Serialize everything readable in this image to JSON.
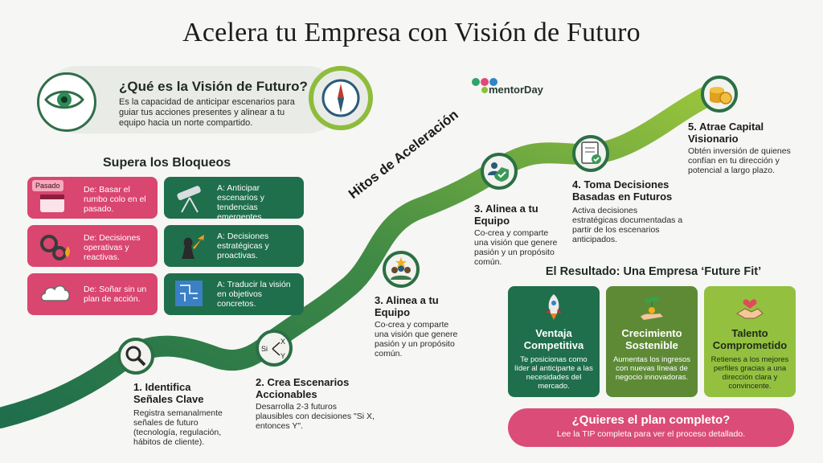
{
  "title": "Acelera tu Empresa con Visión de Futuro",
  "vision": {
    "heading": "¿Qué es la Visión de Futuro?",
    "text": "Es la capacidad de anticipar escenarios para guiar tus acciones presentes y alinear a tu equipo hacia un norte compartido.",
    "left_icon": "eye-icon",
    "right_icon": "compass-icon"
  },
  "brand": {
    "name": "mentorDay",
    "icon": "mentorday-logo-icon"
  },
  "blockers": {
    "heading": "Supera los Bloqueos",
    "rows": [
      {
        "tag": "Pasado",
        "from": "De: Basar el rumbo colo en el pasado.",
        "from_icon": "calendar-icon",
        "to": "A: Anticipar escenarios y tendencias emergentes.",
        "to_icon": "telescope-icon"
      },
      {
        "tag": "",
        "from": "De: Decisiones operativas y reactivas.",
        "from_icon": "gears-fire-icon",
        "to": "A: Decisiones estratégicas y proactivas.",
        "to_icon": "chess-arrow-icon"
      },
      {
        "tag": "",
        "from": "De: Soñar sin un plan de acción.",
        "from_icon": "cloud-icon",
        "to": "A: Traducir la visión en objetivos concretos.",
        "to_icon": "blueprint-icon"
      }
    ]
  },
  "path_label": "Hitos de Aceleración",
  "steps": [
    {
      "heading": "1. Identifica Señales Clave",
      "text": "Registra semanalmente señales de futuro (tecnología, regulación, hábitos de cliente).",
      "icon": "magnifier-icon"
    },
    {
      "heading": "2. Crea Escenarios Accionables",
      "text": "Desarrolla 2-3 futuros plausibles con decisiones \"Si X, entonces Y\".",
      "icon": "branch-icon",
      "icon_labels": [
        "Si",
        "X",
        "Y"
      ]
    },
    {
      "heading": "3. Alinea a tu Equipo",
      "text": "Co-crea y comparte una visión que genere pasión y un propósito común.",
      "icon": "team-star-icon"
    },
    {
      "heading": "3. Alinea a tu Equipo",
      "text": "Co-crea y comparte una visión que genere pasión y un propósito común.",
      "icon": "team-shield-icon"
    },
    {
      "heading": "4. Toma Decisiones Basadas en Futuros",
      "text": "Activa decisiones estratégicas documentadas a partir de los escenarios anticipados.",
      "icon": "document-check-icon"
    },
    {
      "heading": "5. Atrae Capital Visionario",
      "text": "Obtén inversión de quienes confían en tu dirección y potencial a largo plazo.",
      "icon": "coins-icon"
    }
  ],
  "result": {
    "heading": "El Resultado: Una Empresa ‘Future Fit’",
    "cards": [
      {
        "title": "Ventaja Competitiva",
        "text": "Te posicionas como líder al anticiparte a las necesidades del mercado.",
        "icon": "rocket-icon",
        "color": "#1f6e4c"
      },
      {
        "title": "Crecimiento Sostenible",
        "text": "Aumentas los ingresos con nuevas líneas de negocio innovadoras.",
        "icon": "hand-plant-icon",
        "color": "#5e8a36"
      },
      {
        "title": "Talento Comprometido",
        "text": "Retienes a los mejores perfiles gracias a una dirección clara y convincente.",
        "icon": "handshake-heart-icon",
        "color": "#93c13f"
      }
    ]
  },
  "cta": {
    "heading": "¿Quieres el plan completo?",
    "text": "Lee la TIP completa para ver el proceso detallado."
  },
  "colors": {
    "dark_green": "#1f6e4c",
    "mid_green": "#5e8a36",
    "light_green": "#93c13f",
    "pink": "#d9466f"
  }
}
